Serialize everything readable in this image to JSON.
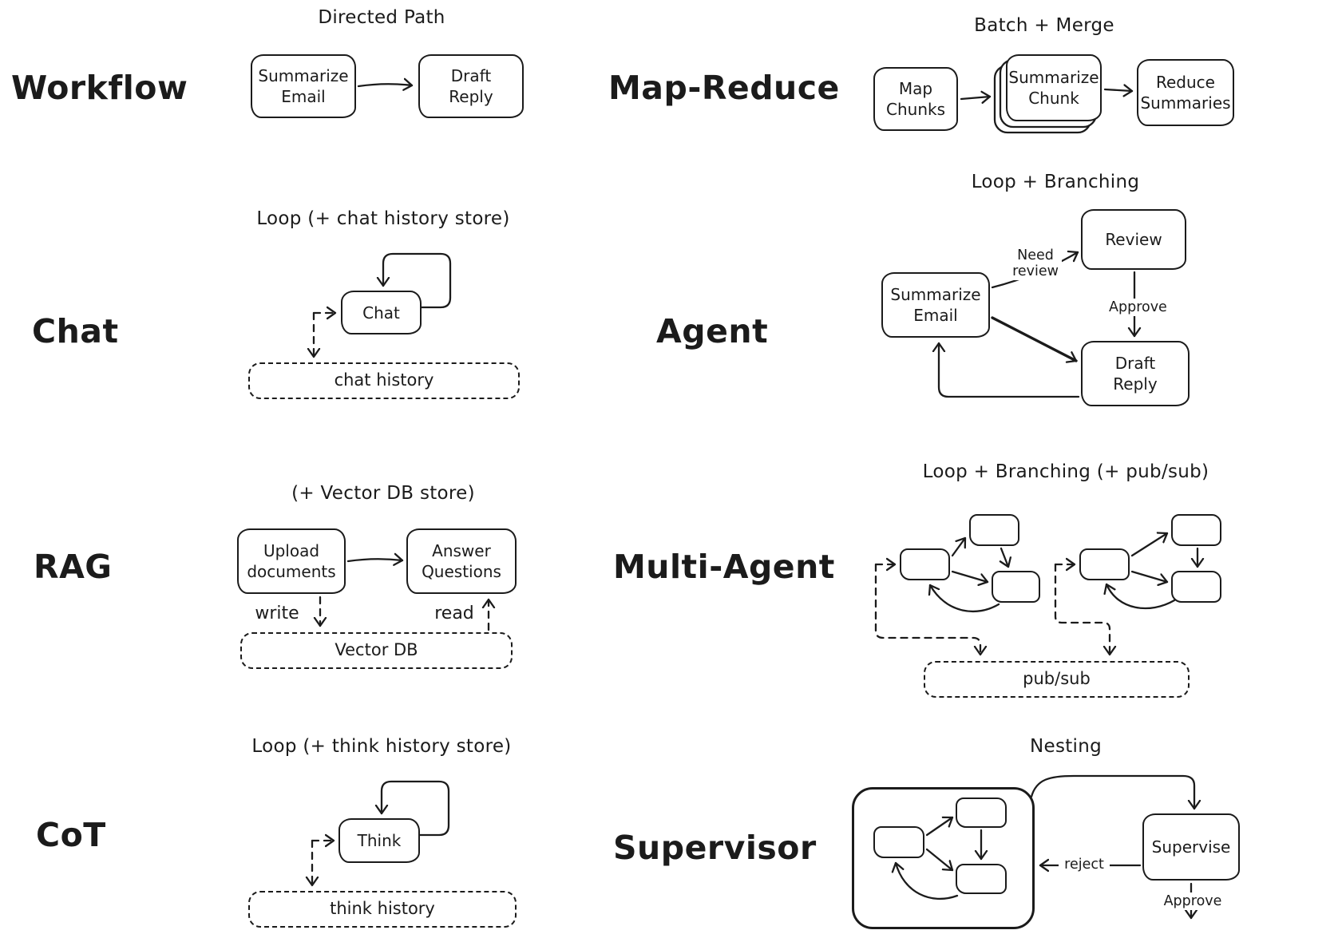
{
  "ink": "#1b1b1b",
  "panels": {
    "workflow": {
      "label": "Workflow",
      "subtitle": "Directed Path",
      "node_a": "Summarize Email",
      "node_b": "Draft Reply"
    },
    "map_reduce": {
      "label": "Map-Reduce",
      "subtitle": "Batch + Merge",
      "node_a": "Map Chunks",
      "node_b": "Summarize Chunk",
      "node_c": "Reduce Summaries"
    },
    "chat": {
      "label": "Chat",
      "subtitle": "Loop (+ chat history store)",
      "node_a": "Chat",
      "store": "chat history"
    },
    "agent": {
      "label": "Agent",
      "subtitle": "Loop + Branching",
      "node_a": "Summarize Email",
      "node_b": "Review",
      "node_c": "Draft Reply",
      "edge_need_review": "Need review",
      "edge_approve": "Approve"
    },
    "rag": {
      "label": "RAG",
      "subtitle": "(+ Vector DB store)",
      "node_a": "Upload documents",
      "node_b": "Answer Questions",
      "edge_write": "write",
      "edge_read": "read",
      "store": "Vector DB"
    },
    "multi_agent": {
      "label": "Multi-Agent",
      "subtitle": "Loop + Branching (+ pub/sub)",
      "store": "pub/sub"
    },
    "cot": {
      "label": "CoT",
      "subtitle": "Loop (+ think history store)",
      "node_a": "Think",
      "store": "think history"
    },
    "supervisor": {
      "label": "Supervisor",
      "subtitle": "Nesting",
      "node_a": "Supervise",
      "edge_reject": "reject",
      "edge_approve": "Approve"
    }
  }
}
